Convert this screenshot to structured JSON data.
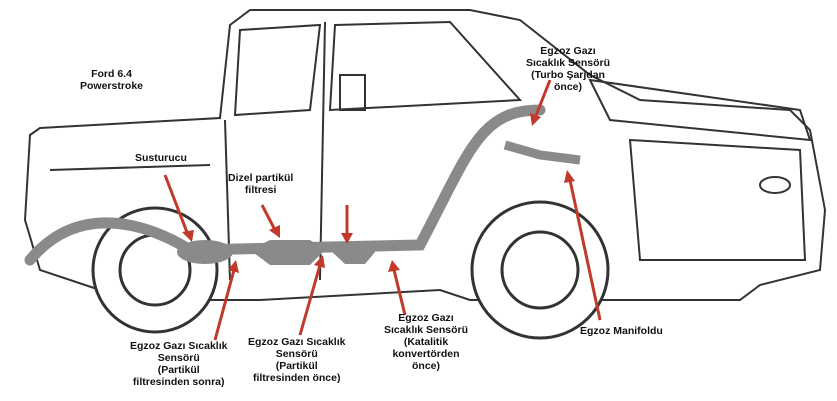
{
  "title": [
    "Ford 6.4",
    "Powerstroke"
  ],
  "labels": {
    "turbo_sensor": [
      "Egzoz Gazı",
      "Sıcaklık Sensörü",
      "(Turbo Şarjdan",
      "önce)"
    ],
    "muffler": [
      "Susturucu"
    ],
    "dpf": [
      "Dizel partikül",
      "filtresi"
    ],
    "sensor_after_dpf": [
      "Egzoz Gazı Sıcaklık",
      "Sensörü",
      "(Partikül",
      "filtresinden sonra)"
    ],
    "sensor_before_dpf": [
      "Egzoz Gazı Sıcaklık",
      "Sensörü",
      "(Partikül",
      "filtresinden önce)"
    ],
    "sensor_before_cat": [
      "Egzoz Gazı",
      "Sıcaklık Sensörü",
      "(Katalitik",
      "konvertörden",
      "önce)"
    ],
    "manifold": [
      "Egzoz Manifoldu"
    ]
  },
  "colors": {
    "arrow": "#c0392b",
    "exhaust": "#8a8a8a",
    "outline": "#333333"
  }
}
